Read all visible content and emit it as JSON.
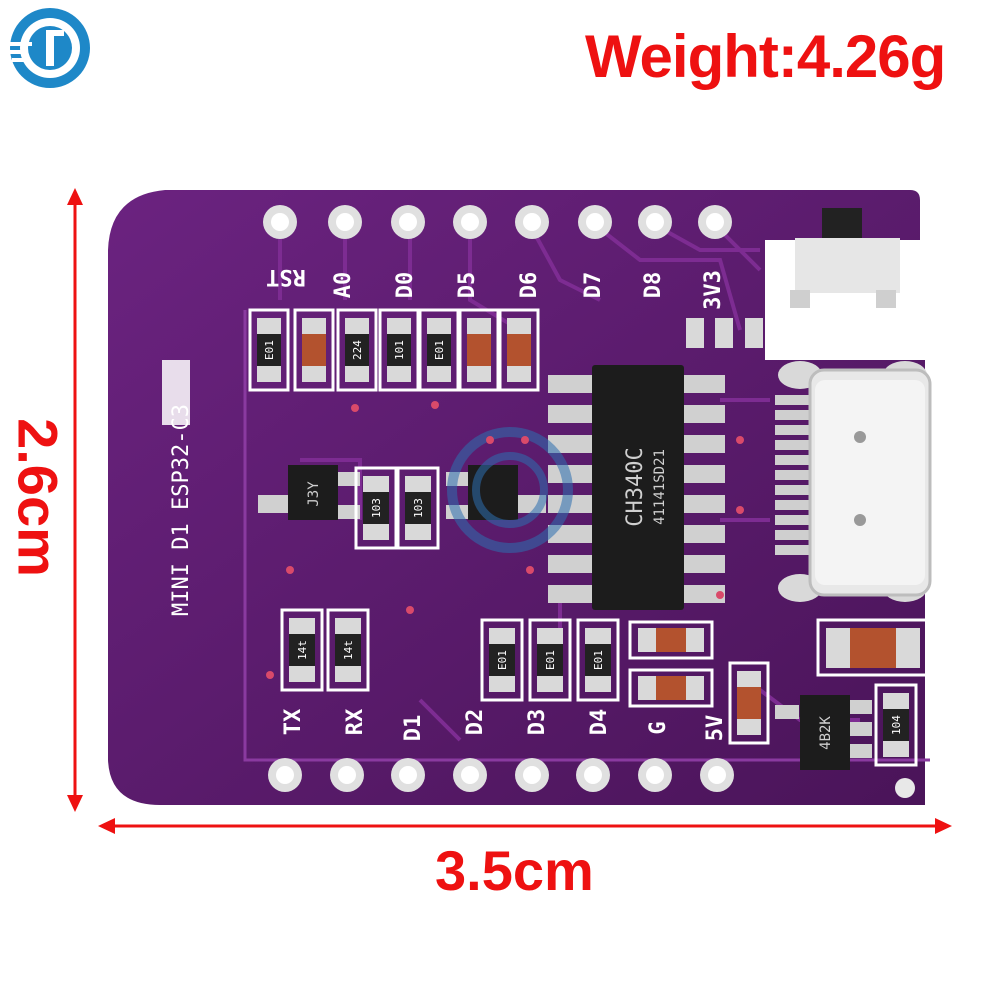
{
  "weight_label": "Weight:4.26g",
  "width_label": "3.5cm",
  "height_label": "2.6cm",
  "board": {
    "title": "MINI D1 ESP32-C3",
    "top_pins": [
      "RST",
      "A0",
      "D0",
      "D5",
      "D6",
      "D7",
      "D8",
      "3V3"
    ],
    "bottom_pins": [
      "TX",
      "RX",
      "D1",
      "D2",
      "D3",
      "D4",
      "G",
      "5V"
    ],
    "chip_line1": "CH340C",
    "chip_line2": "41141SD21",
    "regulator": "4B2K",
    "transistor": "J3Y",
    "resistor_codes": [
      "E01",
      "224",
      "101",
      "E01",
      "103",
      "103",
      "14t",
      "14t",
      "E01",
      "E01",
      "E01",
      "104"
    ]
  },
  "colors": {
    "board": "#5b1a6e",
    "board_dark": "#3a0f48",
    "silkscreen": "#ffffff",
    "pad": "#d9d9d9",
    "dimension": "#ee1111",
    "logo": "#1e88c8"
  },
  "icons": [
    "logo-icon",
    "usb-c-connector-icon",
    "slide-switch-icon"
  ]
}
